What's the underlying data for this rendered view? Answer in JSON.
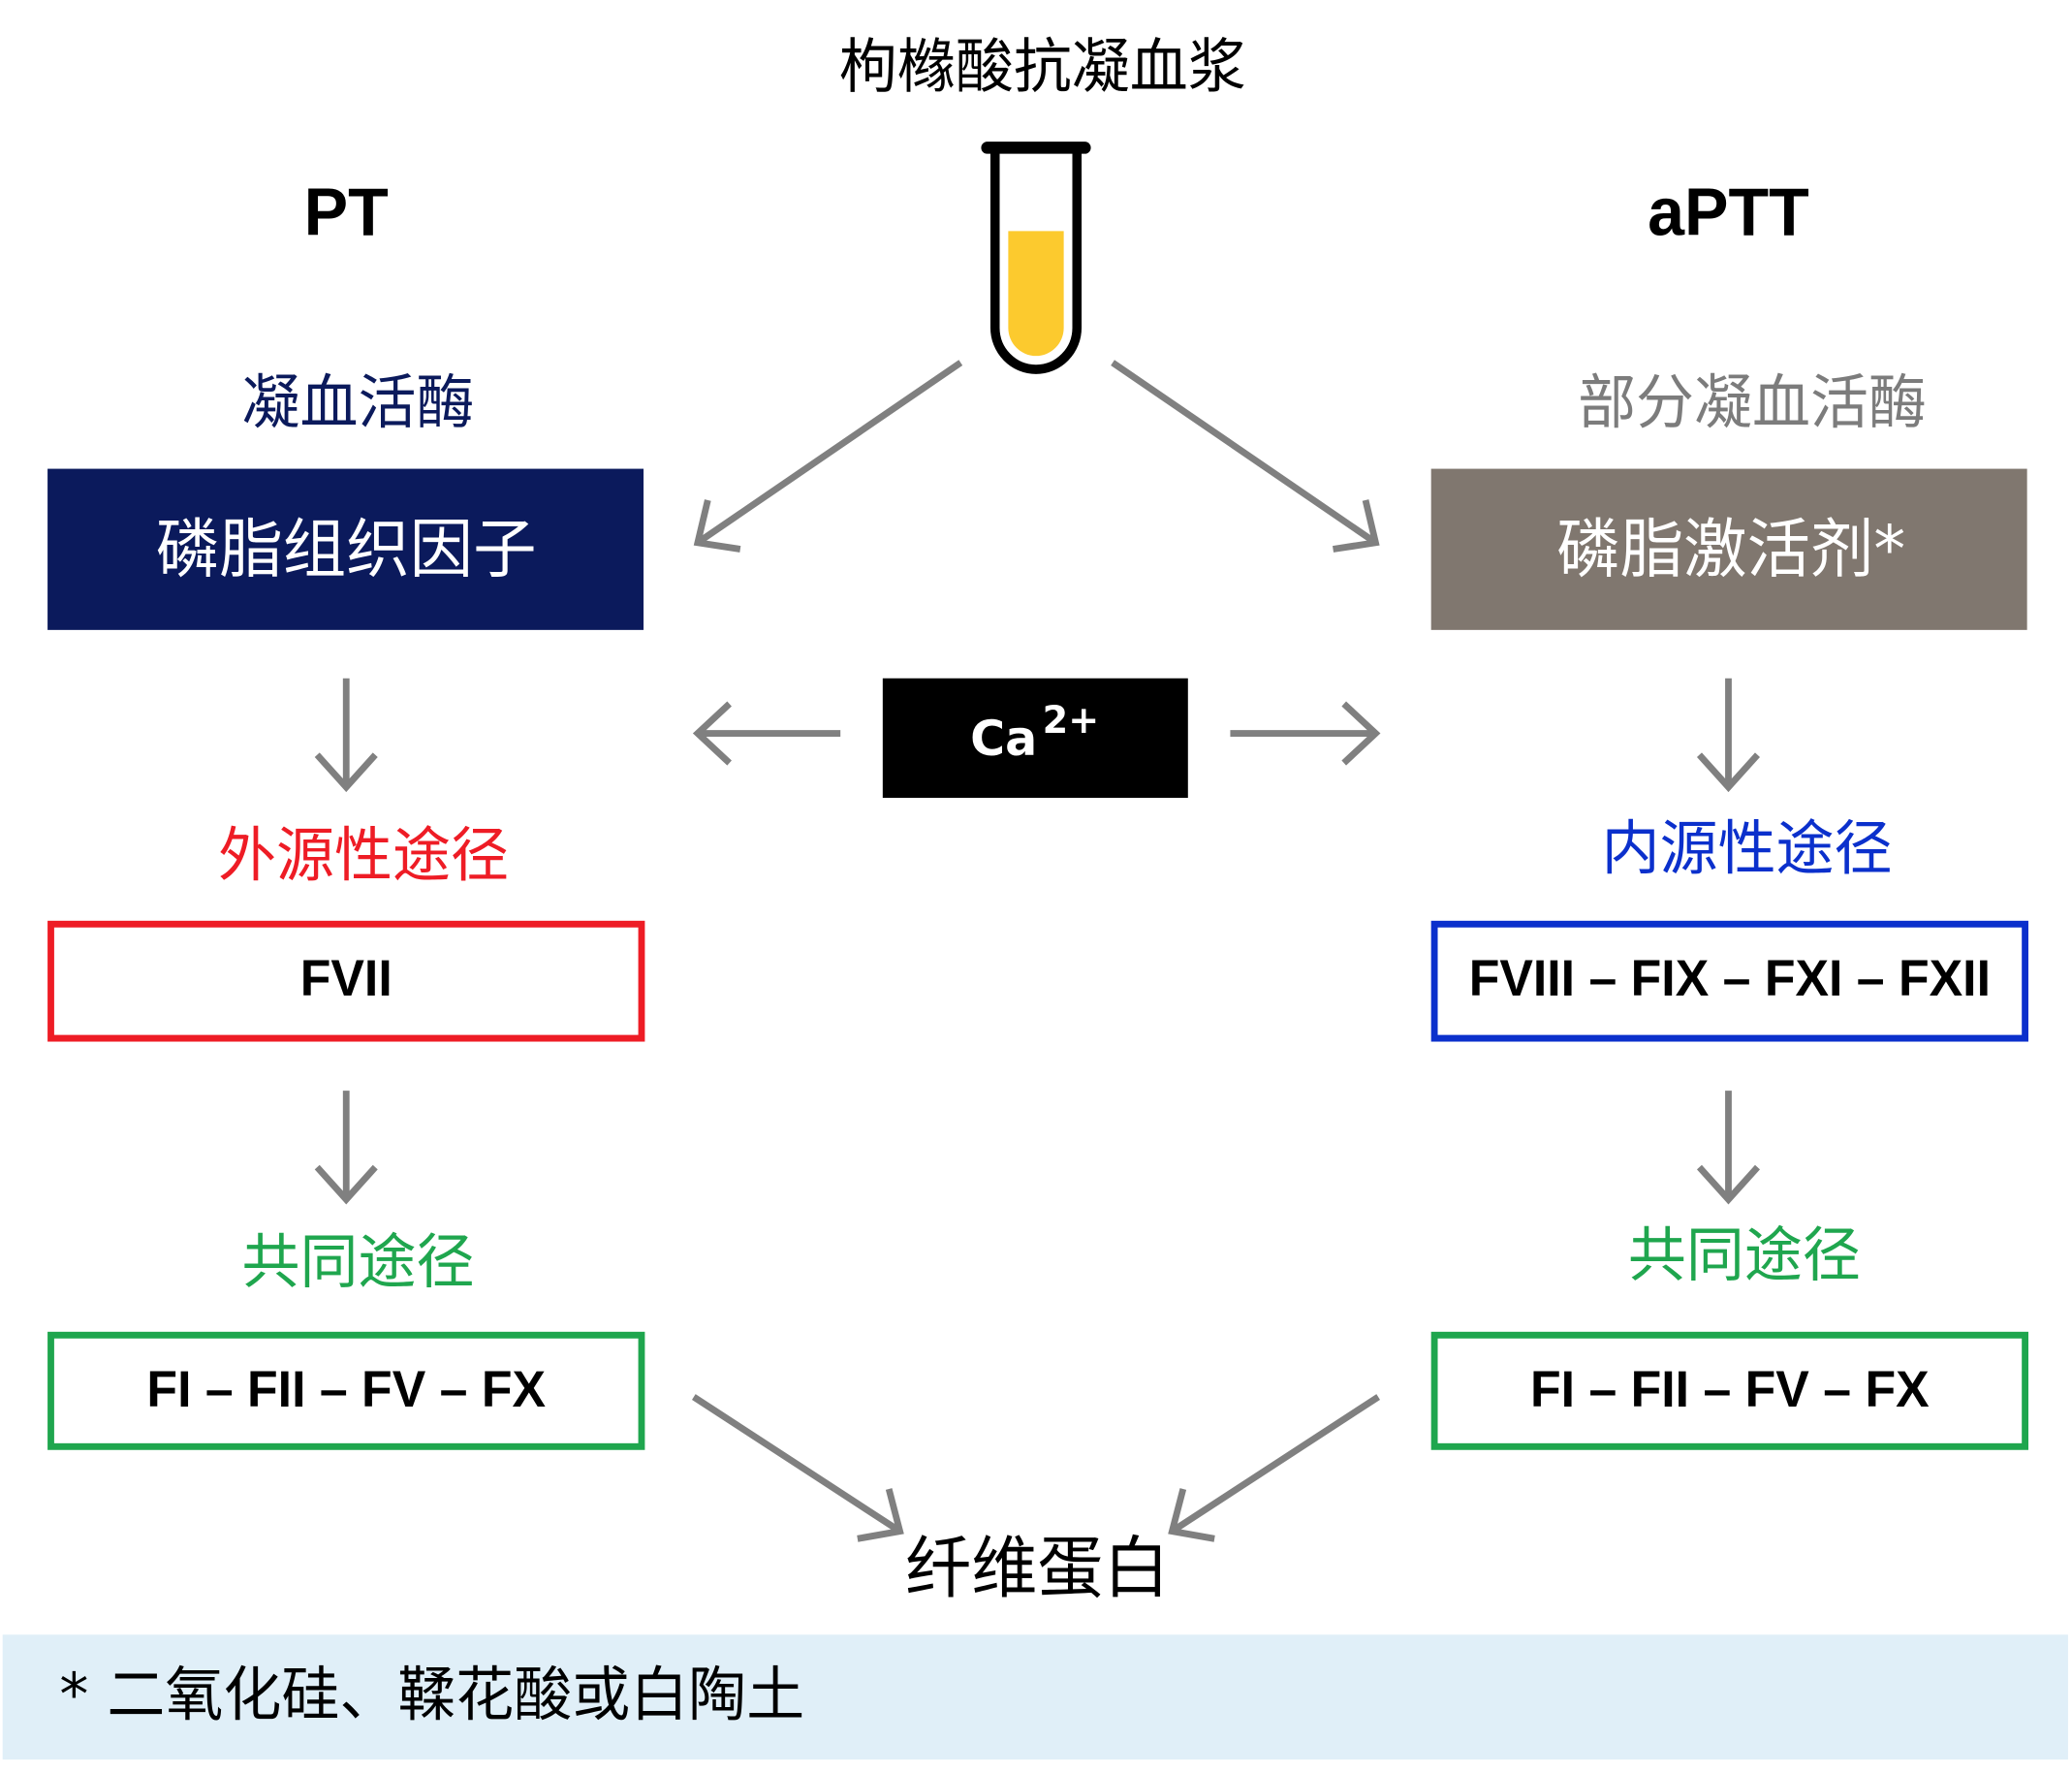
{
  "top": {
    "plasma_label": "枸橼酸抗凝血浆"
  },
  "pt": {
    "test_name": "PT",
    "reagent_label": "凝血活酶",
    "reagent_box": "磷脂组织因子",
    "pathway_label": "外源性途径",
    "pathway_factors": "FVII",
    "common_label": "共同途径",
    "common_factors": "FI – FII – FV – FX"
  },
  "aptt": {
    "test_name": "aPTT",
    "reagent_label": "部分凝血活酶",
    "reagent_box": "磷脂激活剂*",
    "pathway_label": "内源性途径",
    "pathway_factors": "FVIII – FIX – FXI – FXII",
    "common_label": "共同途径",
    "common_factors": "FI – FII – FV – FX"
  },
  "calcium": {
    "symbol": "Ca",
    "charge": "2+"
  },
  "result": {
    "label": "纤维蛋白"
  },
  "footnote": {
    "text": "* 二氧化硅、鞣花酸或白陶土"
  },
  "icons": {
    "tube": "test-tube-icon",
    "arrow": "arrow-icon"
  },
  "colors": {
    "navy": "#0b1a5c",
    "reagent_gray_box": "#80776f",
    "reagent_gray_text": "#7c7c7c",
    "extrinsic_red": "#ee1c25",
    "intrinsic_blue": "#0b30cc",
    "common_green": "#1fa64e",
    "arrow_gray": "#808080",
    "plasma_yellow": "#fcca2e",
    "footnote_bg": "#e0eff8",
    "calcium_box": "#000000",
    "text_black": "#000000",
    "text_white": "#ffffff"
  }
}
